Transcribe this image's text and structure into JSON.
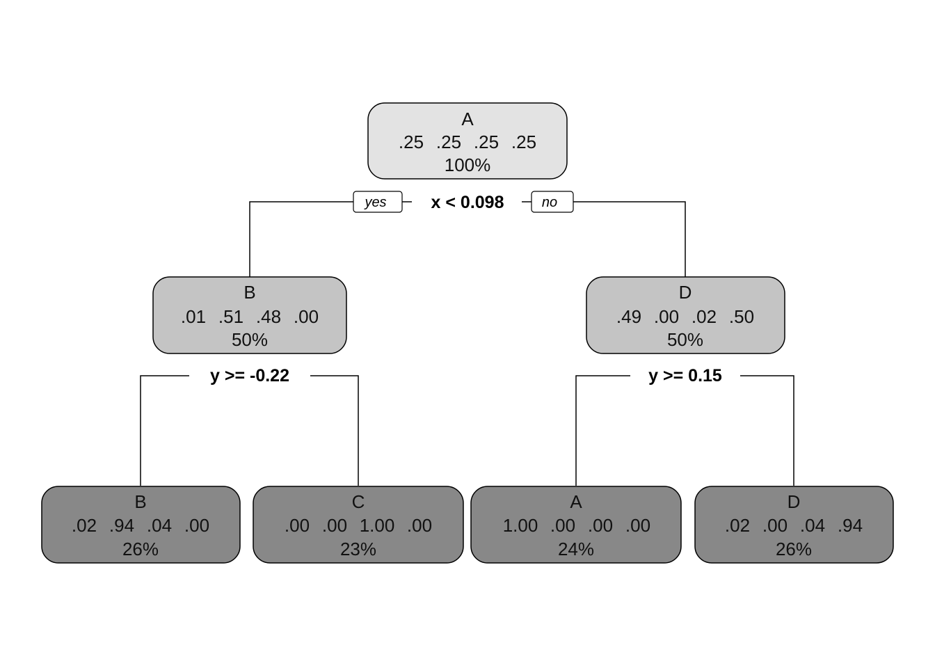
{
  "tree": {
    "root": {
      "label": "A",
      "probs": [
        ".25",
        ".25",
        ".25",
        ".25"
      ],
      "pct": "100%",
      "fill": "#e3e3e3",
      "split": "x < 0.098",
      "yes_label": "yes",
      "no_label": "no"
    },
    "left": {
      "label": "B",
      "probs": [
        ".01",
        ".51",
        ".48",
        ".00"
      ],
      "pct": "50%",
      "fill": "#c4c4c4",
      "split": "y >= -0.22"
    },
    "right": {
      "label": "D",
      "probs": [
        ".49",
        ".00",
        ".02",
        ".50"
      ],
      "pct": "50%",
      "fill": "#c4c4c4",
      "split": "y >= 0.15"
    },
    "leaves": [
      {
        "label": "B",
        "probs": [
          ".02",
          ".94",
          ".04",
          ".00"
        ],
        "pct": "26%",
        "fill": "#888888"
      },
      {
        "label": "C",
        "probs": [
          ".00",
          ".00",
          "1.00",
          ".00"
        ],
        "pct": "23%",
        "fill": "#888888"
      },
      {
        "label": "A",
        "probs": [
          "1.00",
          ".00",
          ".00",
          ".00"
        ],
        "pct": "24%",
        "fill": "#888888"
      },
      {
        "label": "D",
        "probs": [
          ".02",
          ".00",
          ".04",
          ".94"
        ],
        "pct": "26%",
        "fill": "#888888"
      }
    ]
  }
}
